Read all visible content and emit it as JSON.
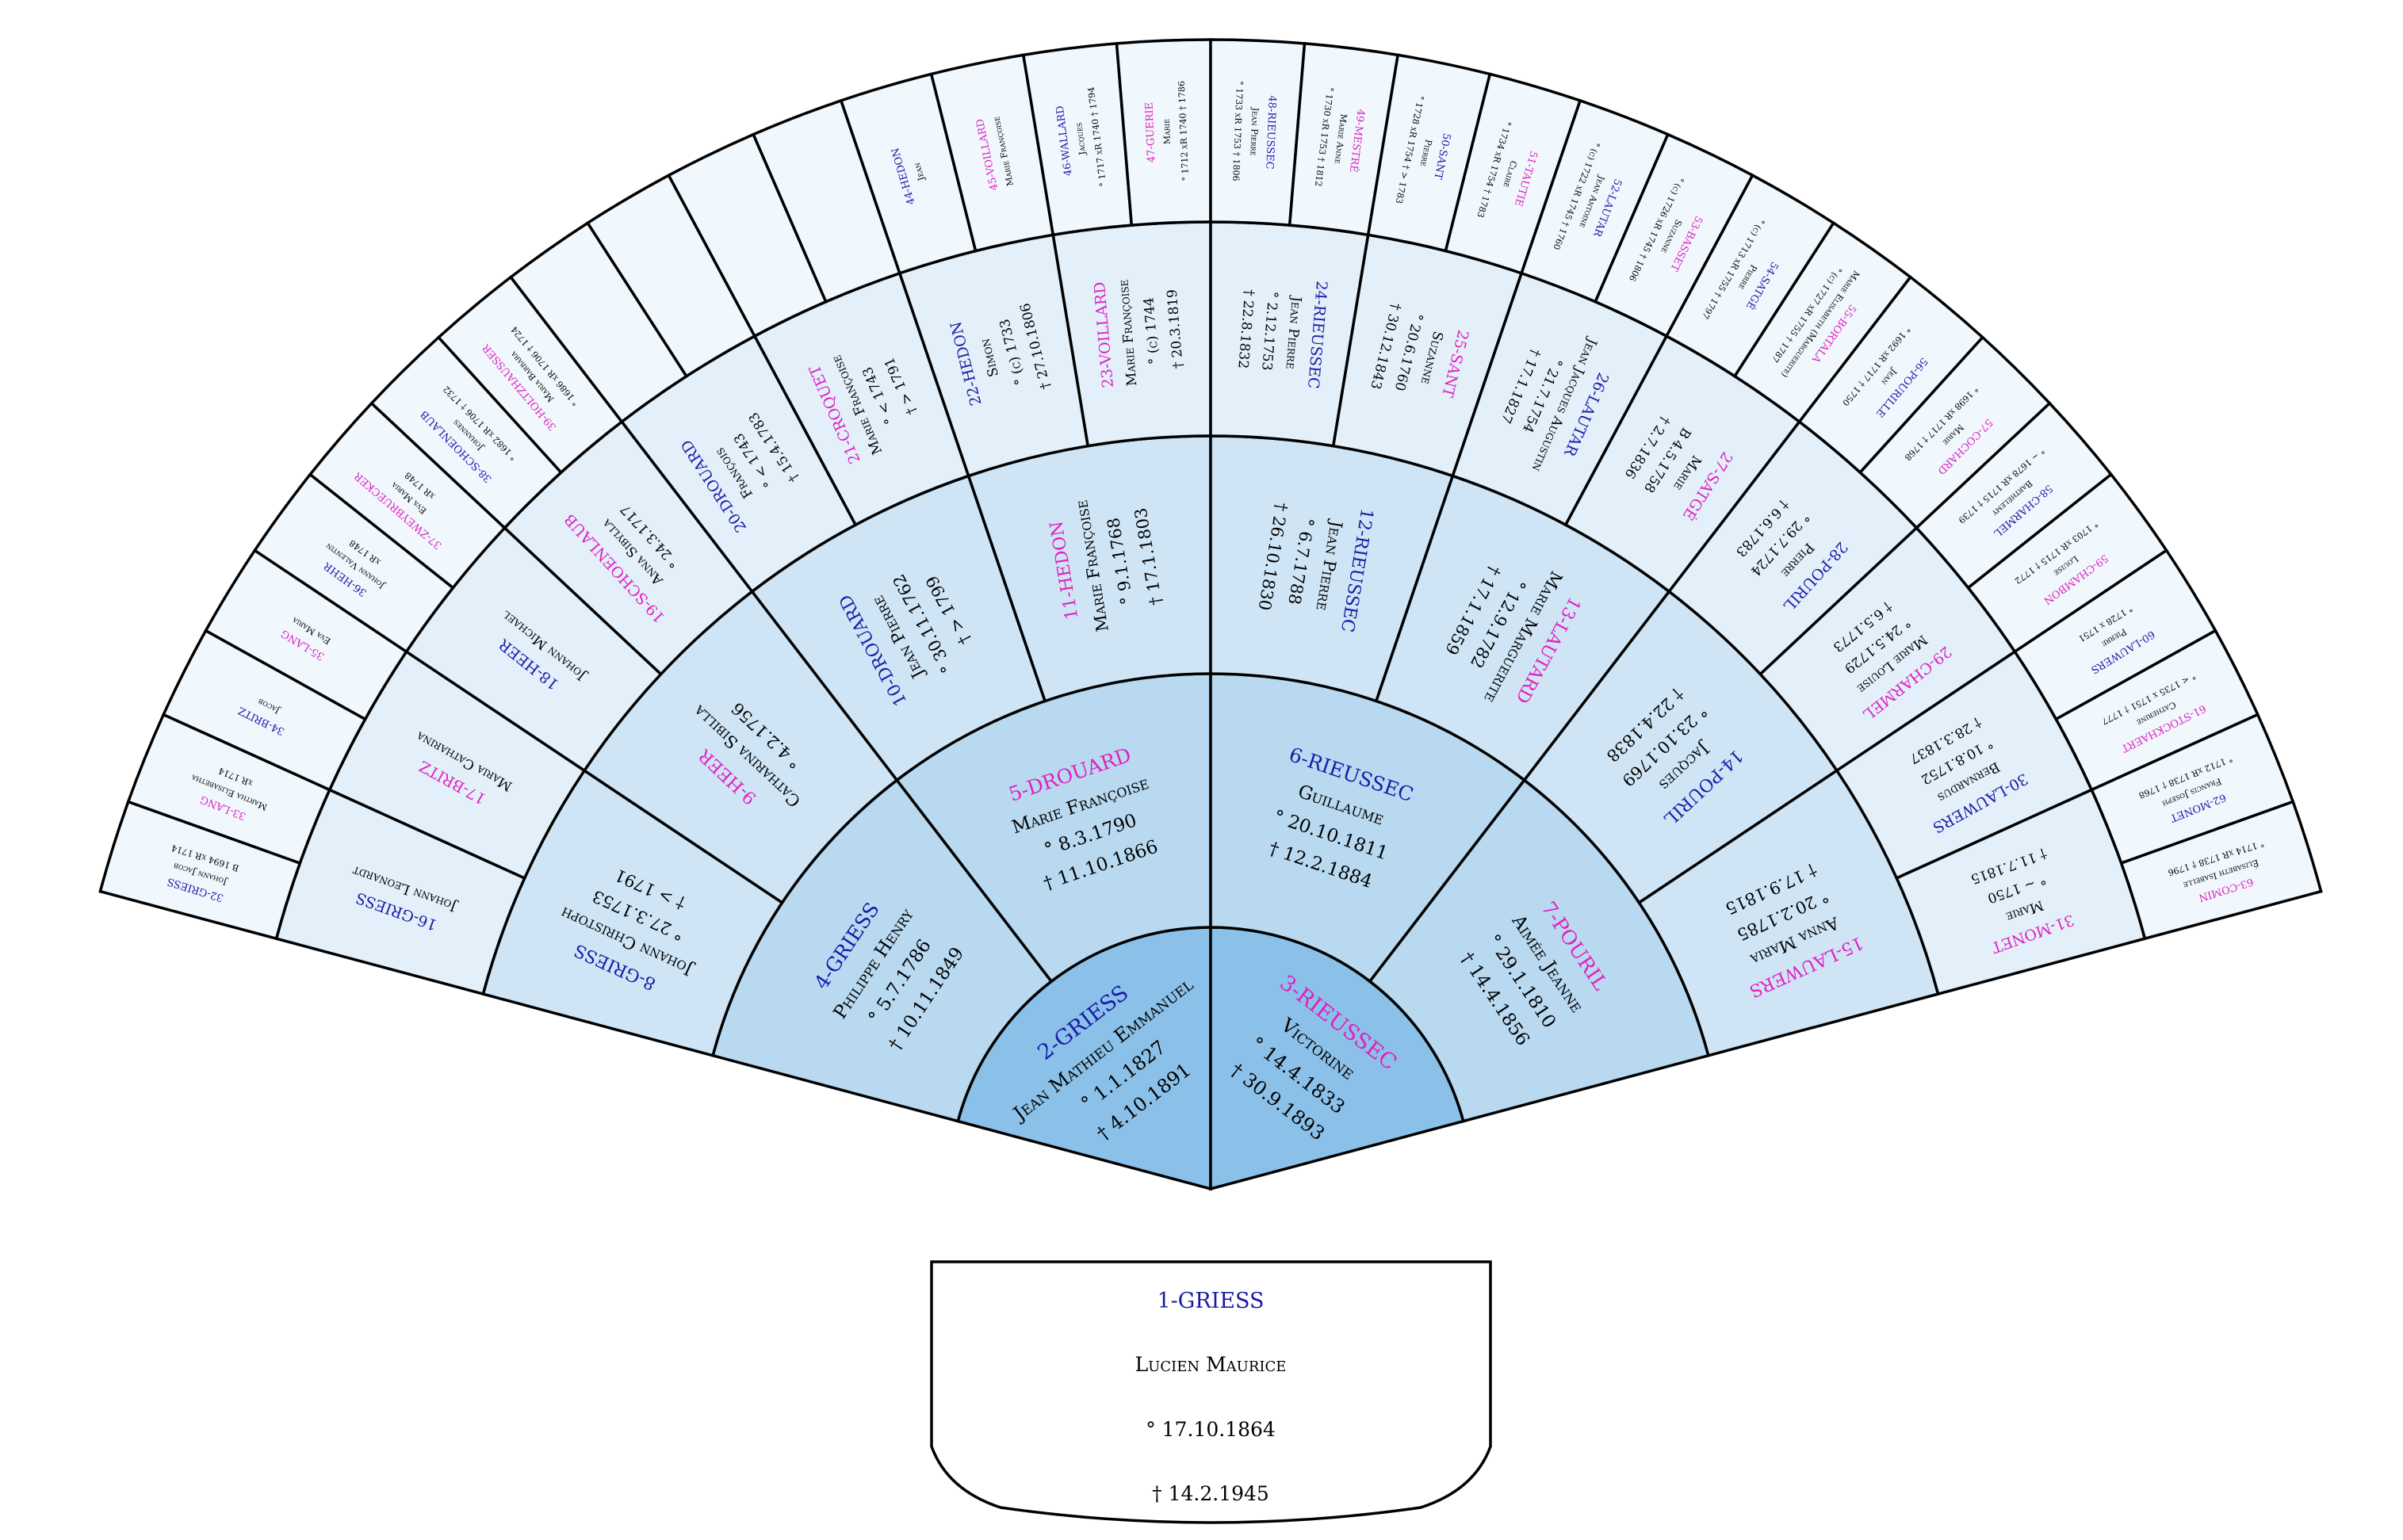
{
  "colors": {
    "ring_1": "#8bc1e8",
    "ring_2": "#b8d9f0",
    "ring_3": "#cfe5f5",
    "ring_4": "#e3f0fa",
    "ring_5": "#f1f8fd",
    "ring_6": "#ffffff",
    "male": "#1a1aa8",
    "female": "#e020c0",
    "text": "#000000"
  },
  "root": {
    "name": "1-GRIESS",
    "given": "Lucien Maurice",
    "birth": "° 17.10.1864",
    "death": "† 14.2.1945"
  },
  "persons": [
    {
      "n": 2,
      "name": "2-GRIESS",
      "sex": "m",
      "lines": [
        "Jean Mathieu Emmanuel",
        "° 1.1.1827",
        "† 4.10.1891"
      ]
    },
    {
      "n": 3,
      "name": "3-RIEUSSEC",
      "sex": "f",
      "lines": [
        "Victorine",
        "° 14.4.1833",
        "† 30.9.1893"
      ]
    },
    {
      "n": 4,
      "name": "4-GRIESS",
      "sex": "m",
      "lines": [
        "Philippe Henry",
        "° 5.7.1786",
        "† 10.11.1849"
      ]
    },
    {
      "n": 5,
      "name": "5-DROUARD",
      "sex": "f",
      "lines": [
        "Marie Françoise",
        "° 8.3.1790",
        "† 11.10.1866"
      ]
    },
    {
      "n": 6,
      "name": "6-RIEUSSEC",
      "sex": "m",
      "lines": [
        "Guillaume",
        "° 20.10.1811",
        "† 12.2.1884"
      ]
    },
    {
      "n": 7,
      "name": "7-POURIL",
      "sex": "f",
      "lines": [
        "Aimée Jeanne",
        "° 29.1.1810",
        "† 14.4.1856"
      ]
    },
    {
      "n": 8,
      "name": "8-GRIESS",
      "sex": "m",
      "lines": [
        "Johann Christoph",
        "° 27.3.1753",
        "† > 1791"
      ]
    },
    {
      "n": 9,
      "name": "9-HEER",
      "sex": "f",
      "lines": [
        "Catharina Sibilla",
        "° 4.2.1756"
      ]
    },
    {
      "n": 10,
      "name": "10-DROUARD",
      "sex": "m",
      "lines": [
        "Jean Pierre",
        "° 30.11.1762",
        "† > 1799"
      ]
    },
    {
      "n": 11,
      "name": "11-HEDON",
      "sex": "f",
      "lines": [
        "Marie Françoise",
        "° 9.1.1768",
        "† 17.1.1803"
      ]
    },
    {
      "n": 12,
      "name": "12-RIEUSSEC",
      "sex": "m",
      "lines": [
        "Jean Pierre",
        "° 6.7.1788",
        "† 26.10.1830"
      ]
    },
    {
      "n": 13,
      "name": "13-LAUTARD",
      "sex": "f",
      "lines": [
        "Marie Marguerite",
        "° 12.9.1782",
        "† 17.1.1859"
      ]
    },
    {
      "n": 14,
      "name": "14-POURIL",
      "sex": "m",
      "lines": [
        "Jacques",
        "° 23.10.1769",
        "† 22.4.1838"
      ]
    },
    {
      "n": 15,
      "name": "15-LAUWERS",
      "sex": "f",
      "lines": [
        "Anna Maria",
        "° 20.2.1785",
        "† 17.9.1815"
      ]
    },
    {
      "n": 16,
      "name": "16-GRIESS",
      "sex": "m",
      "lines": [
        "Johann Leonardt"
      ]
    },
    {
      "n": 17,
      "name": "17-BRITZ",
      "sex": "f",
      "lines": [
        "Maria Catharina"
      ]
    },
    {
      "n": 18,
      "name": "18-HEER",
      "sex": "m",
      "lines": [
        "Johann Michael"
      ]
    },
    {
      "n": 19,
      "name": "19-SCHOENLAUB",
      "sex": "f",
      "lines": [
        "Anna Sibylla",
        "° 24.3.1717"
      ]
    },
    {
      "n": 20,
      "name": "20-DROUARD",
      "sex": "m",
      "lines": [
        "François",
        "° < 1743",
        "† 15.4.1783"
      ]
    },
    {
      "n": 21,
      "name": "21-CROQUET",
      "sex": "f",
      "lines": [
        "Marie Françoise",
        "° < 1743",
        "† > 1791"
      ]
    },
    {
      "n": 22,
      "name": "22-HEDON",
      "sex": "m",
      "lines": [
        "Simon",
        "° (c) 1733",
        "† 27.10.1806"
      ]
    },
    {
      "n": 23,
      "name": "23-VOILLARD",
      "sex": "f",
      "lines": [
        "Marie Françoise",
        "° (c) 1744",
        "† 20.3.1819"
      ]
    },
    {
      "n": 24,
      "name": "24-RIEUSSEC",
      "sex": "m",
      "lines": [
        "Jean Pierre",
        "° 2.12.1753",
        "† 22.8.1832"
      ]
    },
    {
      "n": 25,
      "name": "25-SANT",
      "sex": "f",
      "lines": [
        "Suzanne",
        "° 20.6.1760",
        "† 30.12.1843"
      ]
    },
    {
      "n": 26,
      "name": "26-LAUTAR",
      "sex": "m",
      "lines": [
        "Jean Jacques Augustin",
        "° 21.7.1754",
        "† 17.1.1827"
      ]
    },
    {
      "n": 27,
      "name": "27-SATGÉ",
      "sex": "f",
      "lines": [
        "Marie",
        "B 4.5.1758",
        "† 2.7.1836"
      ]
    },
    {
      "n": 28,
      "name": "28-POURIL",
      "sex": "m",
      "lines": [
        "Pierre",
        "° 29.7.1724",
        "† 6.6.1783"
      ]
    },
    {
      "n": 29,
      "name": "29-CHARMEL",
      "sex": "f",
      "lines": [
        "Marie Louise",
        "° 24.5.1729",
        "† 6.5.1773"
      ]
    },
    {
      "n": 30,
      "name": "30-LAUWERS",
      "sex": "m",
      "lines": [
        "Bernardus",
        "° 10.8.1752",
        "† 28.3.1837"
      ]
    },
    {
      "n": 31,
      "name": "31-MONET",
      "sex": "f",
      "lines": [
        "Marie",
        "° ~ 1750",
        "† 11.7.1815"
      ]
    },
    {
      "n": 32,
      "name": "32-GRIESS",
      "sex": "m",
      "lines": [
        "Johann Jacob",
        "B 1694 xR 1714"
      ]
    },
    {
      "n": 33,
      "name": "33-LANG",
      "sex": "f",
      "lines": [
        "Martha Elisabetha",
        "xR 1714"
      ]
    },
    {
      "n": 34,
      "name": "34-BRITZ",
      "sex": "m",
      "lines": [
        "Jacob"
      ]
    },
    {
      "n": 35,
      "name": "35-LANG",
      "sex": "f",
      "lines": [
        "Eva Maria"
      ]
    },
    {
      "n": 36,
      "name": "36-HEHR",
      "sex": "m",
      "lines": [
        "Johann Valentin",
        "xR 1748"
      ]
    },
    {
      "n": 37,
      "name": "37-ZWEYBRUECKER",
      "sex": "f",
      "lines": [
        "Eva Maria",
        "xR 1748"
      ]
    },
    {
      "n": 38,
      "name": "38-SCHOENLAUB",
      "sex": "m",
      "lines": [
        "Johannes",
        "° 1682 xR 1706 † 1732"
      ]
    },
    {
      "n": 39,
      "name": "39-HOLTZHAUSSER",
      "sex": "f",
      "lines": [
        "Maria Barbara",
        "° 1686 xR 1706 † 1724"
      ]
    },
    {
      "n": 40,
      "name": "",
      "sex": "m",
      "lines": []
    },
    {
      "n": 41,
      "name": "",
      "sex": "f",
      "lines": []
    },
    {
      "n": 42,
      "name": "",
      "sex": "m",
      "lines": []
    },
    {
      "n": 43,
      "name": "",
      "sex": "f",
      "lines": []
    },
    {
      "n": 44,
      "name": "44-HEDON",
      "sex": "m",
      "lines": [
        "Jean"
      ]
    },
    {
      "n": 45,
      "name": "45-VOILLARD",
      "sex": "f",
      "lines": [
        "Marie Françoise"
      ]
    },
    {
      "n": 46,
      "name": "46-WALLARD",
      "sex": "m",
      "lines": [
        "Jacques",
        "° 1717 xR 1740 † 1794"
      ]
    },
    {
      "n": 47,
      "name": "47-GUERIE",
      "sex": "f",
      "lines": [
        "Marie",
        "° 1712 xR 1740 † 1786"
      ]
    },
    {
      "n": 48,
      "name": "48-RIEUSSEC",
      "sex": "m",
      "lines": [
        "Jean Pierre",
        "° 1733 xR 1753 † 1806"
      ]
    },
    {
      "n": 49,
      "name": "49-MESTRÉ",
      "sex": "f",
      "lines": [
        "Marie Anne",
        "° 1730 xR 1753 † 1812"
      ]
    },
    {
      "n": 50,
      "name": "50-SANT",
      "sex": "m",
      "lines": [
        "Pierre",
        "° 1728 xR 1754 † > 1783"
      ]
    },
    {
      "n": 51,
      "name": "51-TAUTIE",
      "sex": "f",
      "lines": [
        "Claire",
        "° 1734 xR 1754 † 1783"
      ]
    },
    {
      "n": 52,
      "name": "52-LAUTAR",
      "sex": "m",
      "lines": [
        "Jean Antoine",
        "° (c) 1722 xR 1745 † 1760"
      ]
    },
    {
      "n": 53,
      "name": "53-BASSET",
      "sex": "f",
      "lines": [
        "Suzanne",
        "° (c) 1726 xR 1745 † 1806"
      ]
    },
    {
      "n": 54,
      "name": "54-SATGÉ",
      "sex": "m",
      "lines": [
        "Pierre",
        "° (c) 1713 xR 1755 † 1797"
      ]
    },
    {
      "n": 55,
      "name": "55-BORTALA",
      "sex": "f",
      "lines": [
        "Marie Elisabeth (Marguerite)",
        "° (c) 1727 xR 1755 † 1787"
      ]
    },
    {
      "n": 56,
      "name": "56-POURILLE",
      "sex": "m",
      "lines": [
        "Jean",
        "° 1692 xR 1717 † 1750"
      ]
    },
    {
      "n": 57,
      "name": "57-COCHARD",
      "sex": "f",
      "lines": [
        "Marie",
        "° 1698 xR 1717 † 1768"
      ]
    },
    {
      "n": 58,
      "name": "58-CHARMEL",
      "sex": "m",
      "lines": [
        "Barthélemy",
        "° ~ 1678 xR 1715 † 1739"
      ]
    },
    {
      "n": 59,
      "name": "59-CHAMBON",
      "sex": "f",
      "lines": [
        "Louise",
        "° 1703 xR 1715 † 1772"
      ]
    },
    {
      "n": 60,
      "name": "60-LAUWERS",
      "sex": "m",
      "lines": [
        "Pierre",
        "° 1728 x 1751"
      ]
    },
    {
      "n": 61,
      "name": "61-STOCKHAERT",
      "sex": "f",
      "lines": [
        "Catherine",
        "° < 1735 x 1751 † 1777"
      ]
    },
    {
      "n": 62,
      "name": "62-MONET",
      "sex": "m",
      "lines": [
        "Francis Joseph",
        "° 1712 xR 1738 † 1768"
      ]
    },
    {
      "n": 63,
      "name": "63-COMIN",
      "sex": "f",
      "lines": [
        "Élisabeth Isabelle",
        "° 1714 xR 1738 † 1796"
      ]
    }
  ]
}
